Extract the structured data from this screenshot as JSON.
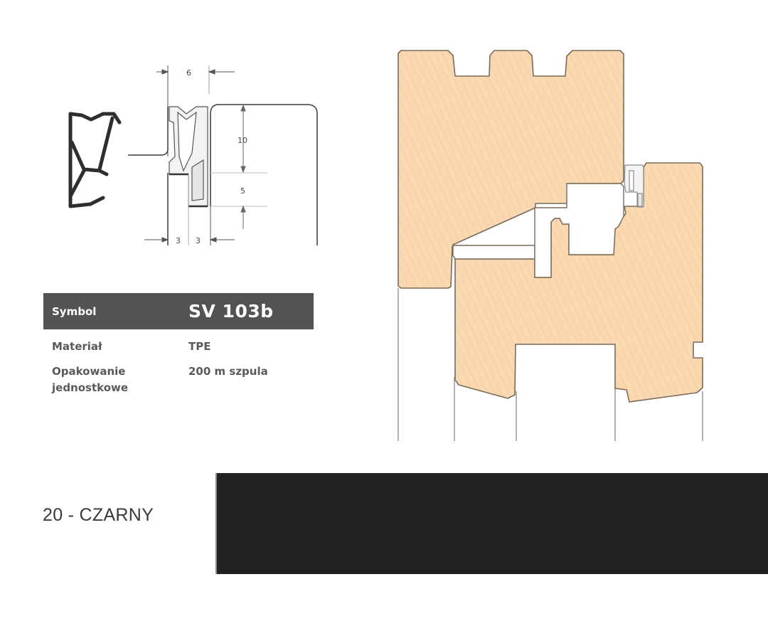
{
  "profile": {
    "dimensions": {
      "top_width": "6",
      "upper_height": "10",
      "lower_height": "5",
      "bottom_left": "3",
      "bottom_right": "3"
    },
    "stroke_color": "#3a3a3a"
  },
  "spec_table": {
    "header": {
      "label": "Symbol",
      "value": "SV 103b"
    },
    "rows": [
      {
        "label": "Materiał",
        "value": "TPE"
      },
      {
        "label": "Opakowanie jednostkowe",
        "label_line1": "Opakowanie",
        "label_line2": "jednostkowe",
        "value": "200 m szpula"
      }
    ],
    "header_bg": "#535353"
  },
  "section": {
    "wood_color": "#f9d6ad",
    "outline_color": "#7a6a58"
  },
  "color_variant": {
    "label": "20 - CZARNY",
    "swatch_color": "#232122"
  }
}
